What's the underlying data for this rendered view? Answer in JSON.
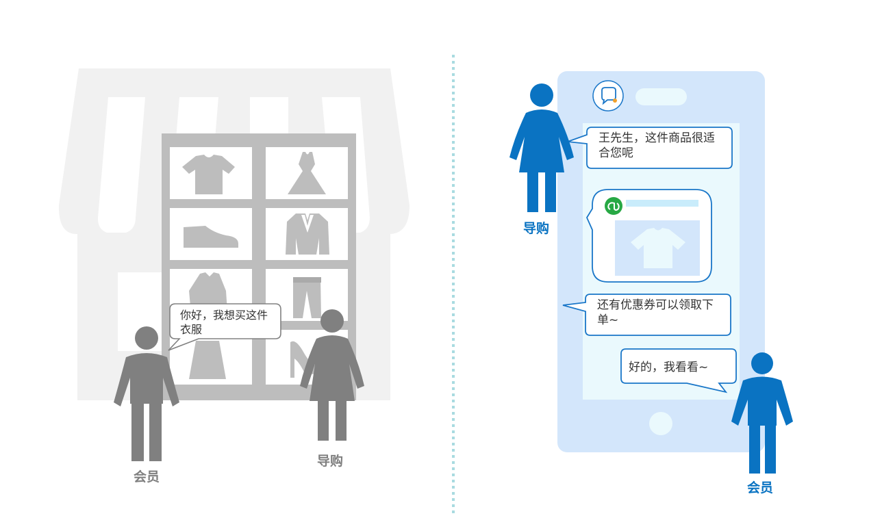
{
  "left_scene": {
    "member_speech": "你好，我想买这件衣服",
    "member_label": "会员",
    "guide_label": "导购",
    "shelf_items": [
      "t-shirt",
      "dress",
      "shoe",
      "suit-jacket",
      "long-dress",
      "trousers",
      "long-skirt",
      "high-heel"
    ]
  },
  "right_scene": {
    "guide_label": "导购",
    "member_label": "会员",
    "messages": {
      "guide_greeting": "王先生，这件商品很适合您呢",
      "guide_coupon": "还有优惠券可以领取下单~",
      "member_reply": "好的，我看看~"
    },
    "app_icon": "chat-bubble-icon",
    "mini_program_icon": "mini-program-icon"
  },
  "colors": {
    "store_bg": "#f1f1f1",
    "shelf": "#bdbdbd",
    "gray_person": "#808080",
    "blue_person": "#0a73c2",
    "phone_body": "#d3e6fb",
    "phone_screen": "#eaf9fd",
    "divider": "#a9dbe0",
    "bubble_border_blue": "#1976c8"
  }
}
